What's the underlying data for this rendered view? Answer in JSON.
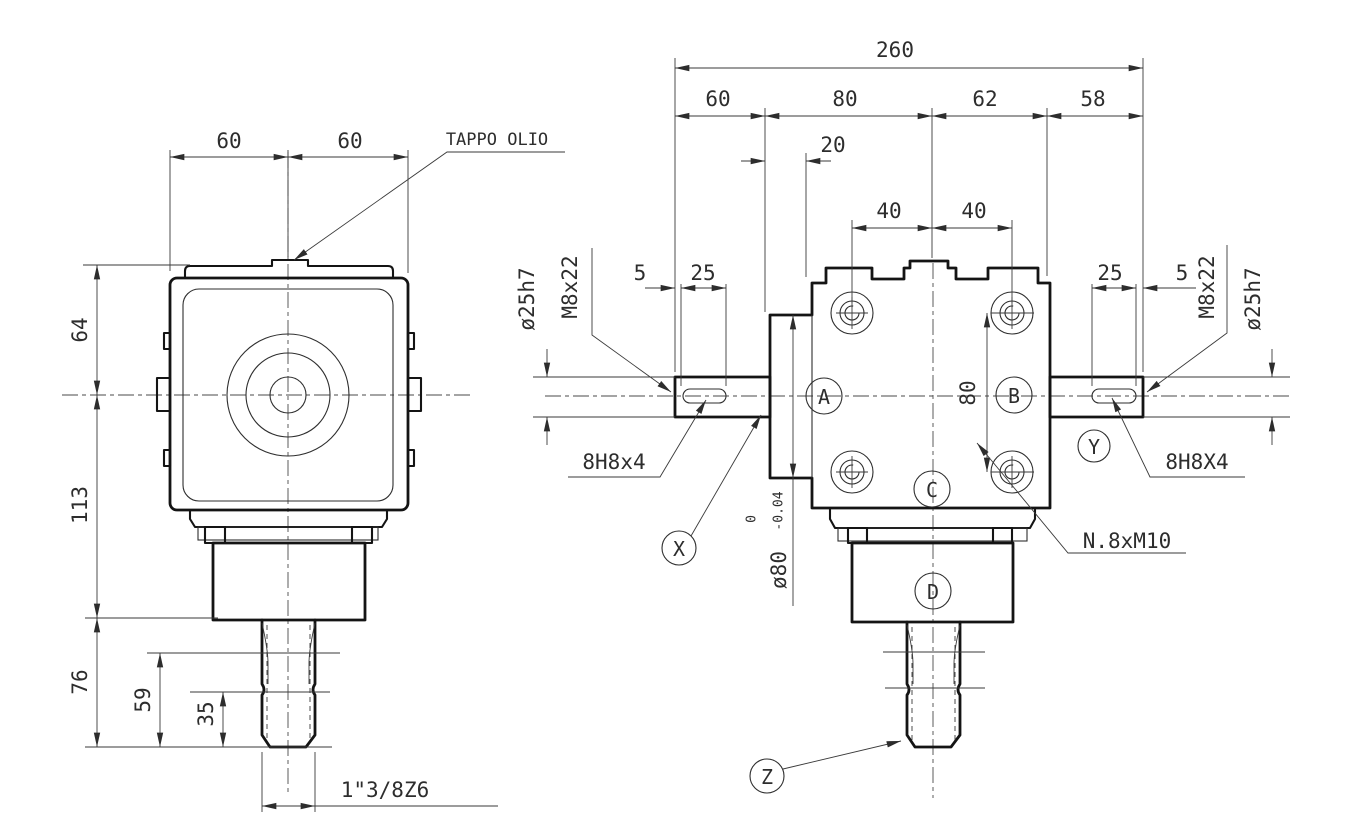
{
  "front_view": {
    "dims": {
      "width_left": "60",
      "width_right": "60",
      "height_top": "64",
      "height_mid": "113",
      "height_bottom": "76",
      "shaft_upper": "59",
      "shaft_lower": "35",
      "spline": "1\"3/8Z6"
    },
    "callouts": {
      "oil_plug": "TAPPO OLIO"
    }
  },
  "side_view": {
    "dims": {
      "total_width": "260",
      "seg_left": "60",
      "seg_body_left": "80",
      "seg_body_right": "62",
      "seg_right": "58",
      "spigot_depth": "20",
      "bolt_span_left": "40",
      "bolt_span_right": "40",
      "bolt_span_vertical": "80",
      "key_offset_left": "5",
      "key_length_left": "25",
      "key_length_right": "25",
      "key_offset_right": "5",
      "shaft_dia_left": "ø25h7",
      "shaft_dia_right": "ø25h7",
      "spigot_dia": "ø80",
      "spigot_tol_upper": "0",
      "spigot_tol_lower": "-0.04"
    },
    "callouts": {
      "thread_left": "M8x22",
      "thread_right": "M8x22",
      "keyway_left": "8H8x4",
      "keyway_right": "8H8X4",
      "bolt_pattern": "N.8xM10"
    },
    "balloons": {
      "a": "A",
      "b": "B",
      "c": "C",
      "d": "D",
      "x": "X",
      "y": "Y",
      "z": "Z"
    }
  }
}
